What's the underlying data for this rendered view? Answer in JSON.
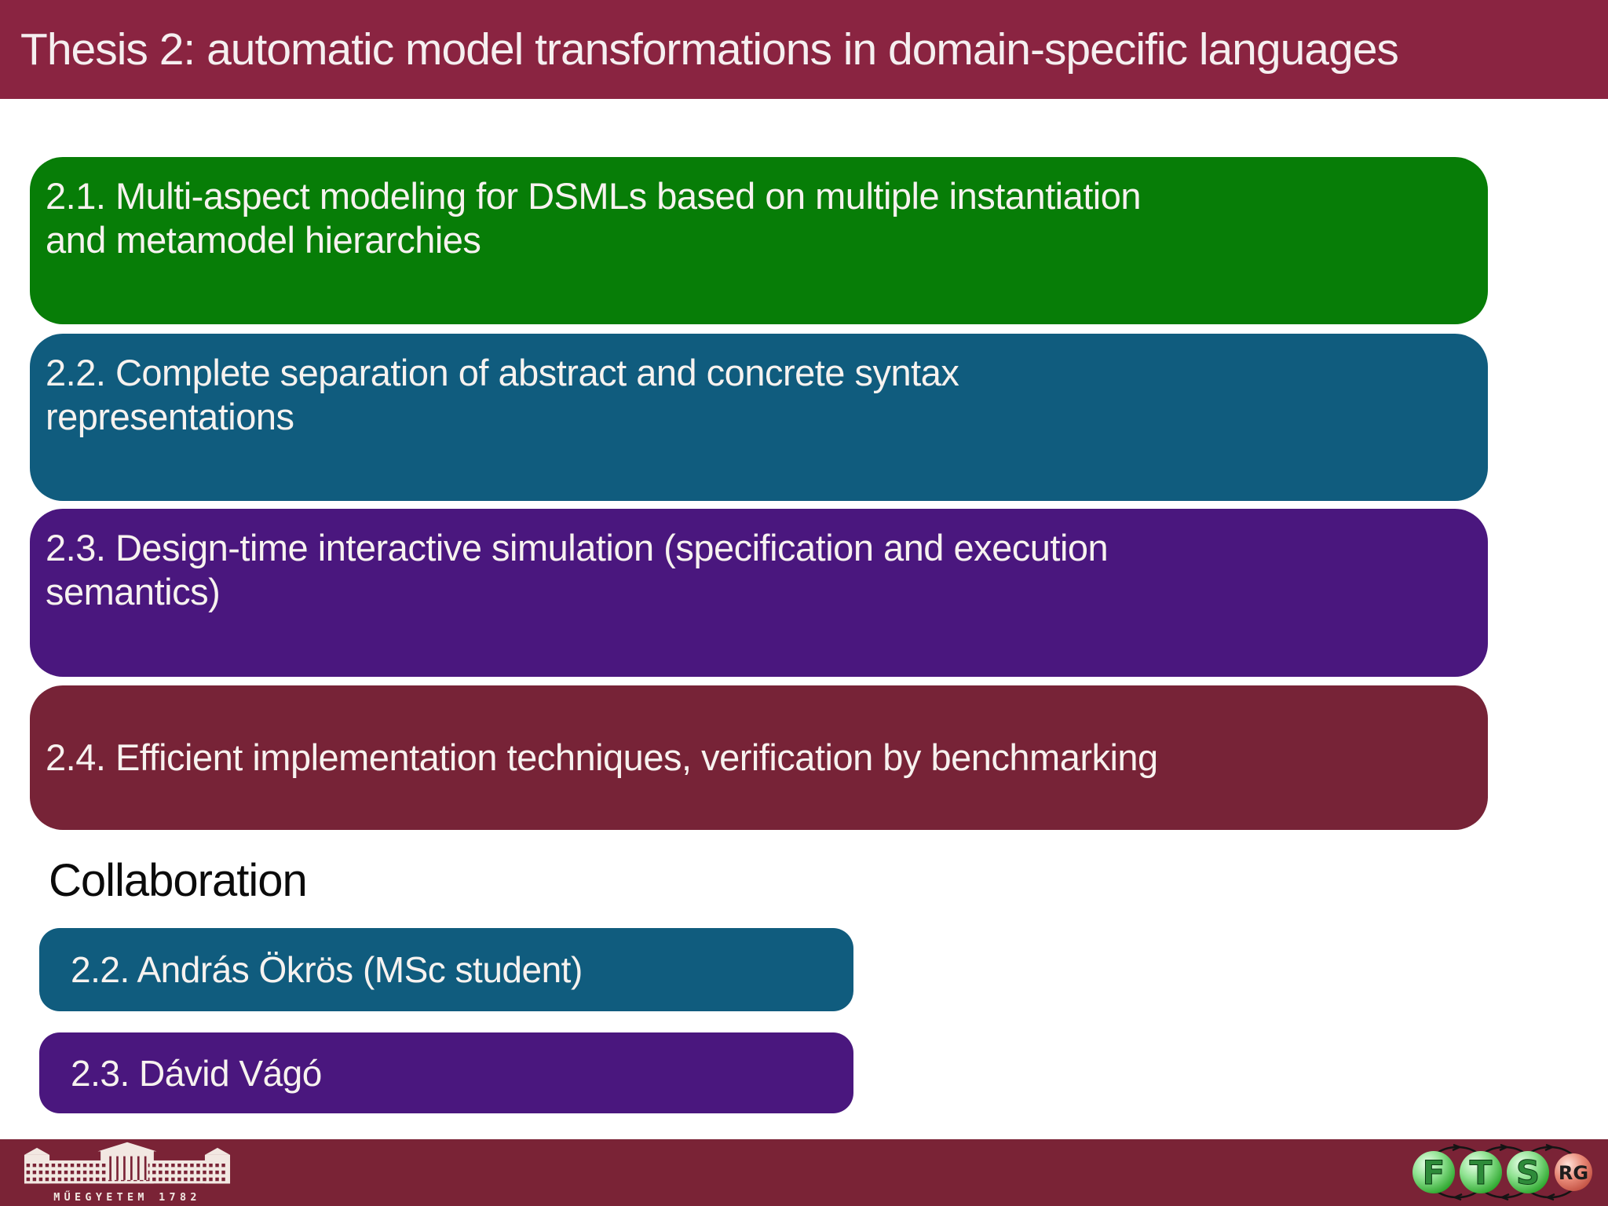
{
  "slide": {
    "header": {
      "title": "Thesis 2: automatic model transformations in domain-specific languages",
      "bg_color": "#8A2441"
    },
    "theses": [
      {
        "id": "2.1",
        "label": "2.1. Multi-aspect modeling for DSMLs based on multiple instantiation\nand metamodel hierarchies",
        "color": "#077D07"
      },
      {
        "id": "2.2",
        "label": "2.2. Complete separation of abstract and concrete syntax\nrepresentations",
        "color": "#105C7E"
      },
      {
        "id": "2.3",
        "label": "2.3. Design-time interactive simulation (specification and execution\nsemantics)",
        "color": "#4A177E"
      },
      {
        "id": "2.4",
        "label": "2.4. Efficient implementation techniques, verification by benchmarking",
        "color": "#772337"
      }
    ],
    "collaboration": {
      "heading": "Collaboration",
      "items": [
        {
          "id": "2.2",
          "label": "2.2. András Ökrös (MSc student)",
          "color": "#105C7E"
        },
        {
          "id": "2.3",
          "label": "2.3. Dávid Vágó",
          "color": "#4A177E"
        }
      ]
    },
    "footer": {
      "bg_color": "#7A2336",
      "university_logo_caption": "MŰEGYETEM 1782",
      "research_group_letters": {
        "l1": "F",
        "l2": "T",
        "l3": "S",
        "l4": "RG"
      }
    }
  }
}
